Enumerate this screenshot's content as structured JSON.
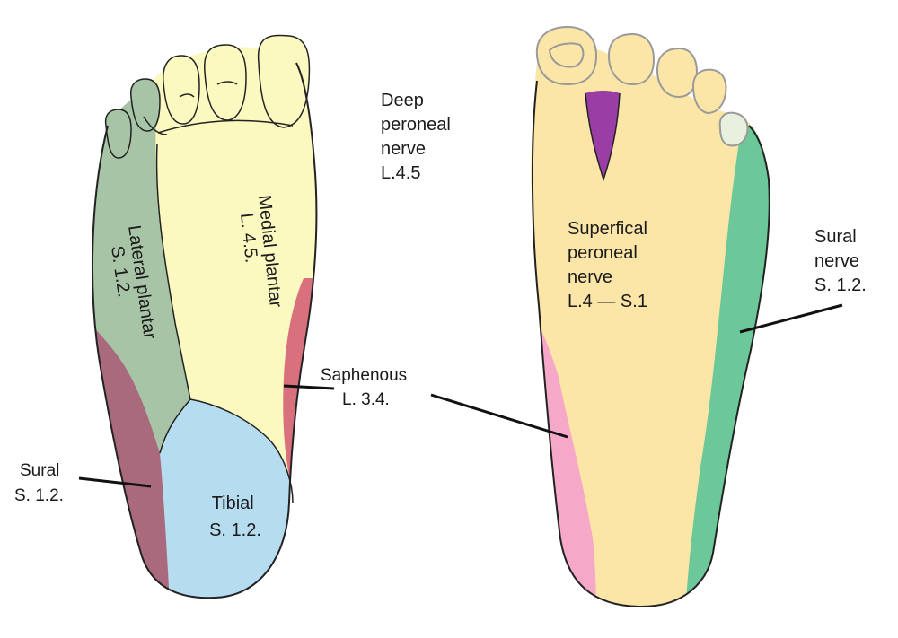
{
  "diagram": {
    "left_foot": {
      "regions": [
        {
          "key": "lateral_plantar",
          "lines": [
            "Lateral plantar",
            "S. 1.2."
          ],
          "color": "#a8c4a6"
        },
        {
          "key": "medial_plantar",
          "lines": [
            "Medial plantar",
            "L. 4.5."
          ],
          "color": "#fbf8c0"
        },
        {
          "key": "tibial",
          "lines": [
            "Tibial",
            "S. 1.2."
          ],
          "color": "#b6dcf0"
        },
        {
          "key": "sural",
          "lines": [
            "Sural",
            "S. 1.2."
          ],
          "color": "#a86a7c"
        },
        {
          "key": "saphenous",
          "lines": [
            "Saphenous",
            "L. 3.4."
          ],
          "color": "#d9707e"
        }
      ]
    },
    "right_foot": {
      "regions": [
        {
          "key": "deep_peroneal",
          "lines": [
            "Deep",
            "peroneal",
            "nerve",
            "L.4.5"
          ],
          "color": "#9a3ea6"
        },
        {
          "key": "superficial_peroneal",
          "lines": [
            "Superfical",
            "peroneal",
            "nerve",
            "L.4 — S.1"
          ],
          "color": "#fbe6a8"
        },
        {
          "key": "sural_nerve",
          "lines": [
            "Sural",
            "nerve",
            "S. 1.2."
          ],
          "color": "#6cc898"
        },
        {
          "key": "saphenous_dorsal",
          "color": "#f5a8c8"
        }
      ]
    }
  }
}
